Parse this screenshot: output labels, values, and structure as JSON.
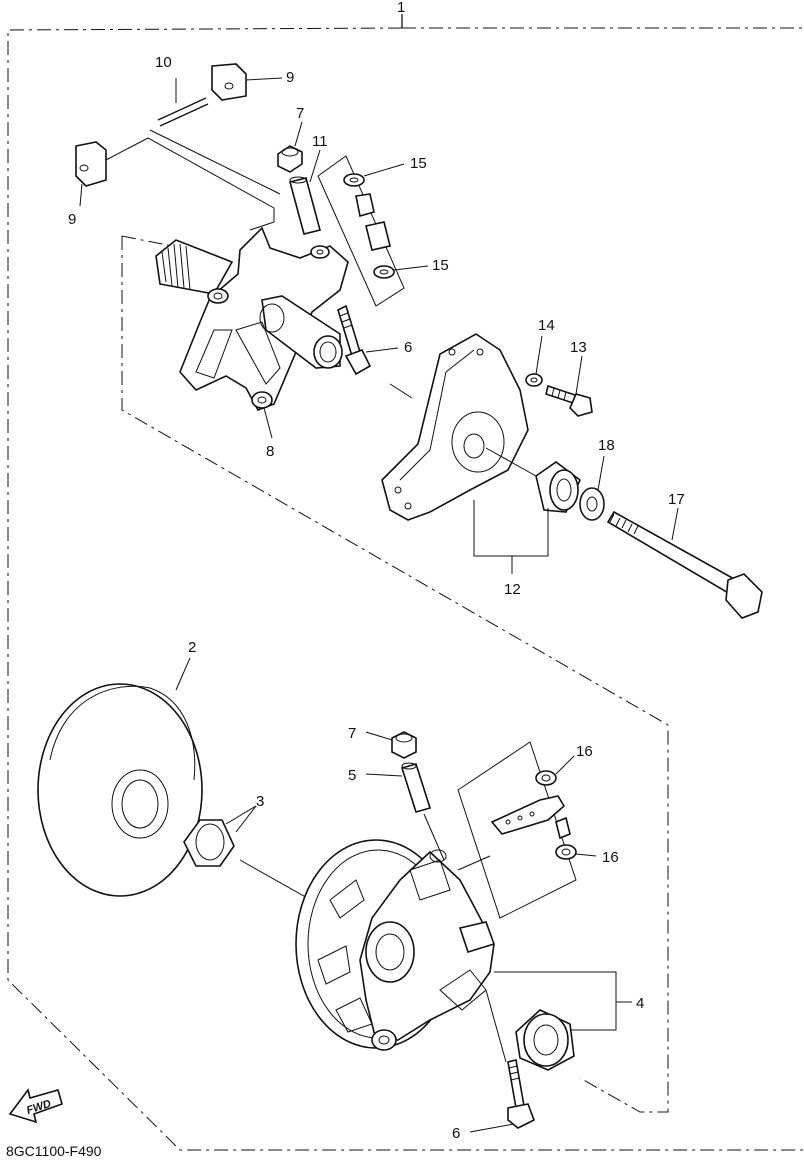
{
  "diagram": {
    "assembly_number": "1",
    "catalog_code": "8GC1100-F490",
    "direction_label": "FWD",
    "callouts": {
      "c2": "2",
      "c3": "3",
      "c4": "4",
      "c5": "5",
      "c6a": "6",
      "c6b": "6",
      "c7a": "7",
      "c7b": "7",
      "c8": "8",
      "c9a": "9",
      "c9b": "9",
      "c10": "10",
      "c11": "11",
      "c12": "12",
      "c13": "13",
      "c14": "14",
      "c15a": "15",
      "c15b": "15",
      "c16a": "16",
      "c16b": "16",
      "c17": "17",
      "c18": "18"
    }
  }
}
